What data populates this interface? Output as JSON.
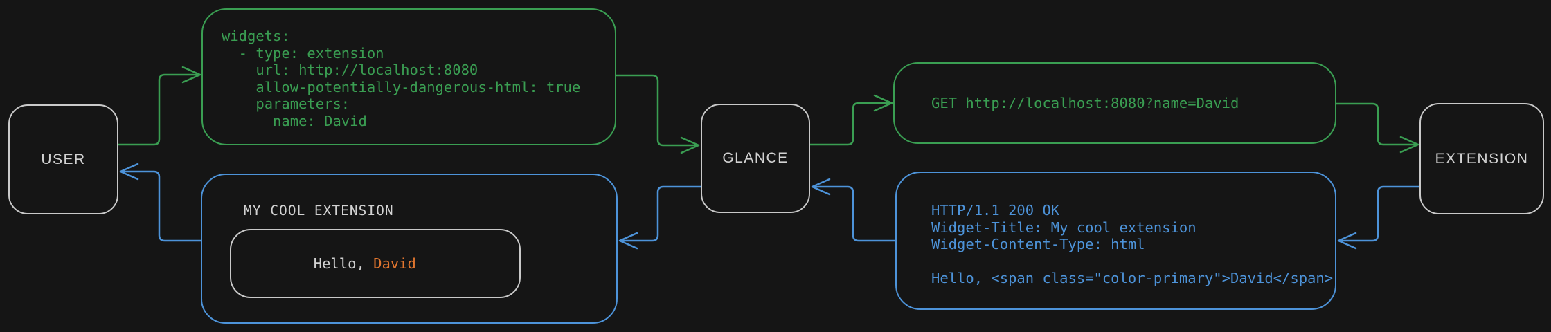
{
  "colors": {
    "background": "#151515",
    "green": "#3a9e52",
    "blue": "#4d93d9",
    "gray_border": "#c9c9c9",
    "text_light": "#d2d2d2",
    "orange": "#e2762f"
  },
  "nodes": {
    "user": "USER",
    "glance": "GLANCE",
    "extension": "EXTENSION"
  },
  "config_snippet": {
    "lines": [
      "widgets:",
      "  - type: extension",
      "    url: http://localhost:8080",
      "    allow-potentially-dangerous-html: true",
      "    parameters:",
      "      name: David"
    ]
  },
  "request": {
    "text": "GET http://localhost:8080?name=David"
  },
  "response": {
    "lines": [
      "HTTP/1.1 200 OK",
      "Widget-Title: My cool extension",
      "Widget-Content-Type: html",
      "",
      "Hello, <span class=\"color-primary\">David</span>"
    ]
  },
  "widget_preview": {
    "title": "MY COOL EXTENSION",
    "greeting_prefix": "Hello, ",
    "greeting_name": "David"
  }
}
